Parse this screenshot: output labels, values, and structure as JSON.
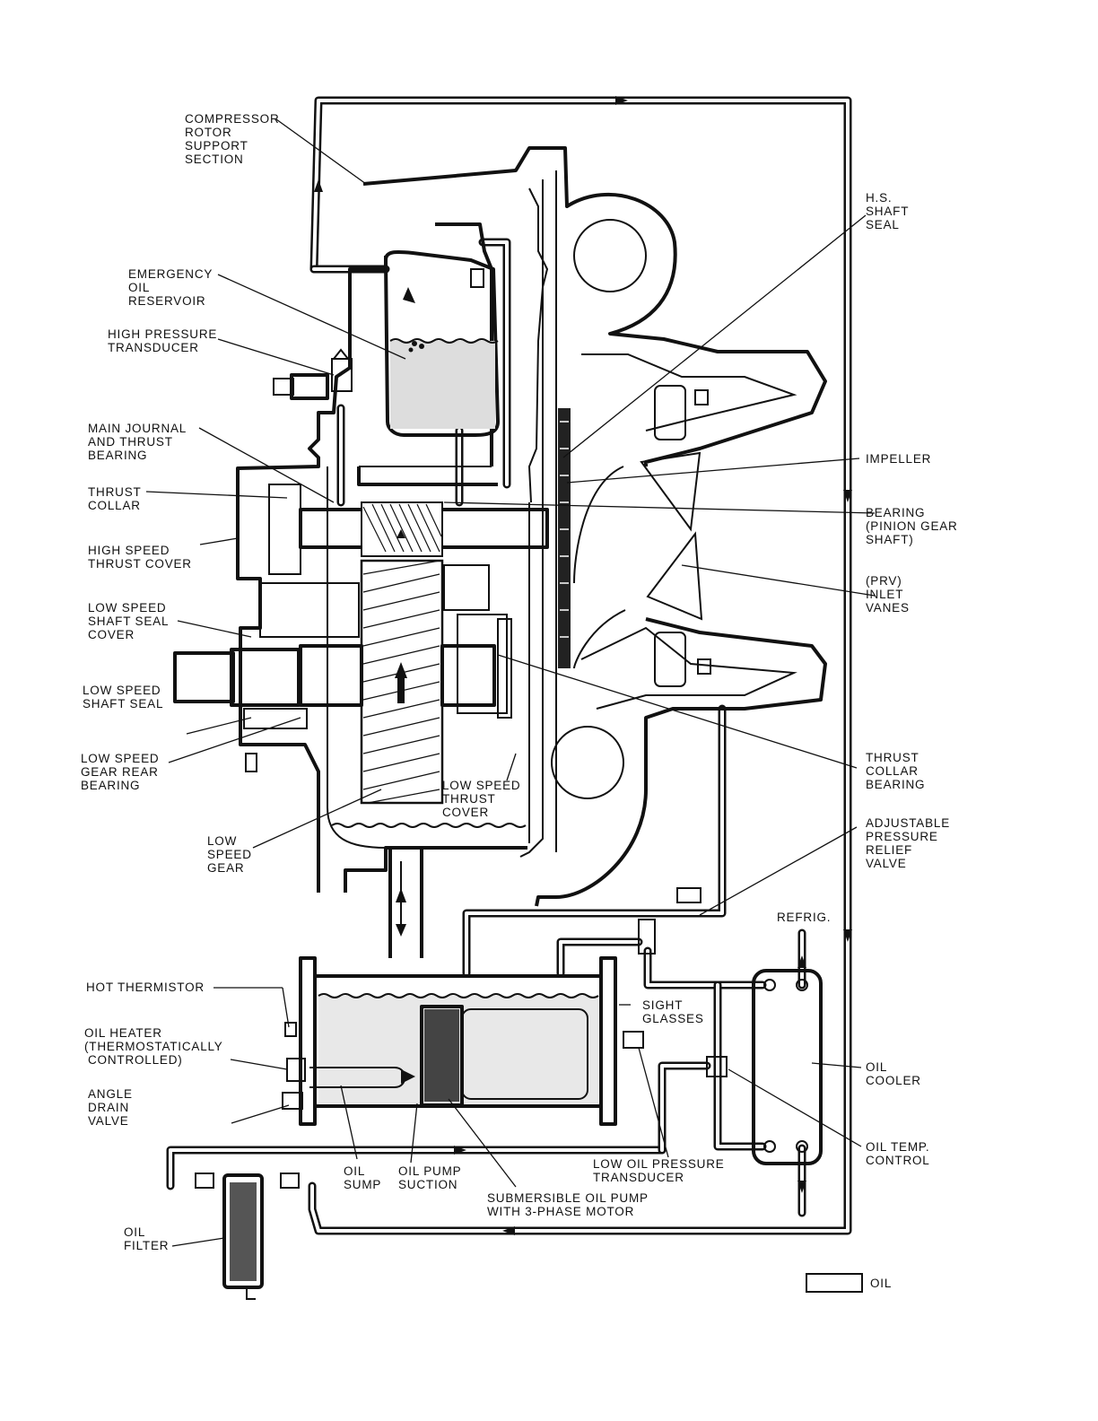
{
  "labels": {
    "compressor_rotor_support": [
      "COMPRESSOR",
      "ROTOR",
      "SUPPORT",
      "SECTION"
    ],
    "hs_shaft_seal": [
      "H.S.",
      "SHAFT",
      "SEAL"
    ],
    "emergency_oil_reservoir": [
      "EMERGENCY",
      "OIL",
      "RESERVOIR"
    ],
    "high_pressure_transducer": [
      "HIGH PRESSURE",
      "TRANSDUCER"
    ],
    "main_journal_thrust_bearing": [
      "MAIN JOURNAL",
      "AND THRUST",
      "BEARING"
    ],
    "impeller": [
      "IMPELLER"
    ],
    "thrust_collar": [
      "THRUST",
      "COLLAR"
    ],
    "bearing_pinion": [
      "BEARING",
      "(PINION GEAR",
      "SHAFT)"
    ],
    "high_speed_thrust_cover": [
      "HIGH SPEED",
      "THRUST COVER"
    ],
    "prv_inlet_vanes": [
      "(PRV)",
      "INLET",
      "VANES"
    ],
    "low_speed_shaft_seal_cover": [
      "LOW SPEED",
      "SHAFT SEAL",
      "COVER"
    ],
    "low_speed_shaft_seal": [
      "LOW SPEED",
      "SHAFT SEAL"
    ],
    "thrust_collar_bearing": [
      "THRUST",
      "COLLAR",
      "BEARING"
    ],
    "low_speed_gear_rear_bearing": [
      "LOW SPEED",
      "GEAR REAR",
      "BEARING"
    ],
    "low_speed_thrust_cover": [
      "LOW SPEED",
      "THRUST",
      "COVER"
    ],
    "adjustable_prv": [
      "ADJUSTABLE",
      "PRESSURE",
      "RELIEF",
      "VALVE"
    ],
    "low_speed_gear": [
      "LOW",
      "SPEED",
      "GEAR"
    ],
    "refrig": [
      "REFRIG."
    ],
    "hot_thermistor": [
      "HOT THERMISTOR"
    ],
    "sight_glasses": [
      "SIGHT",
      "GLASSES"
    ],
    "oil_heater": [
      "OIL HEATER",
      "(THERMOSTATICALLY",
      "CONTROLLED)"
    ],
    "oil_cooler": [
      "OIL",
      "COOLER"
    ],
    "angle_drain_valve": [
      "ANGLE",
      "DRAIN",
      "VALVE"
    ],
    "oil_temp_control": [
      "OIL TEMP.",
      "CONTROL"
    ],
    "low_oil_pressure_transducer": [
      "LOW OIL PRESSURE",
      "TRANSDUCER"
    ],
    "oil_sump": [
      "OIL",
      "SUMP"
    ],
    "oil_pump_suction": [
      "OIL PUMP",
      "SUCTION"
    ],
    "submersible_oil_pump": [
      "SUBMERSIBLE OIL PUMP",
      "WITH 3-PHASE MOTOR"
    ],
    "oil_filter": [
      "OIL",
      "FILTER"
    ]
  },
  "legend": {
    "oil": "OIL"
  }
}
